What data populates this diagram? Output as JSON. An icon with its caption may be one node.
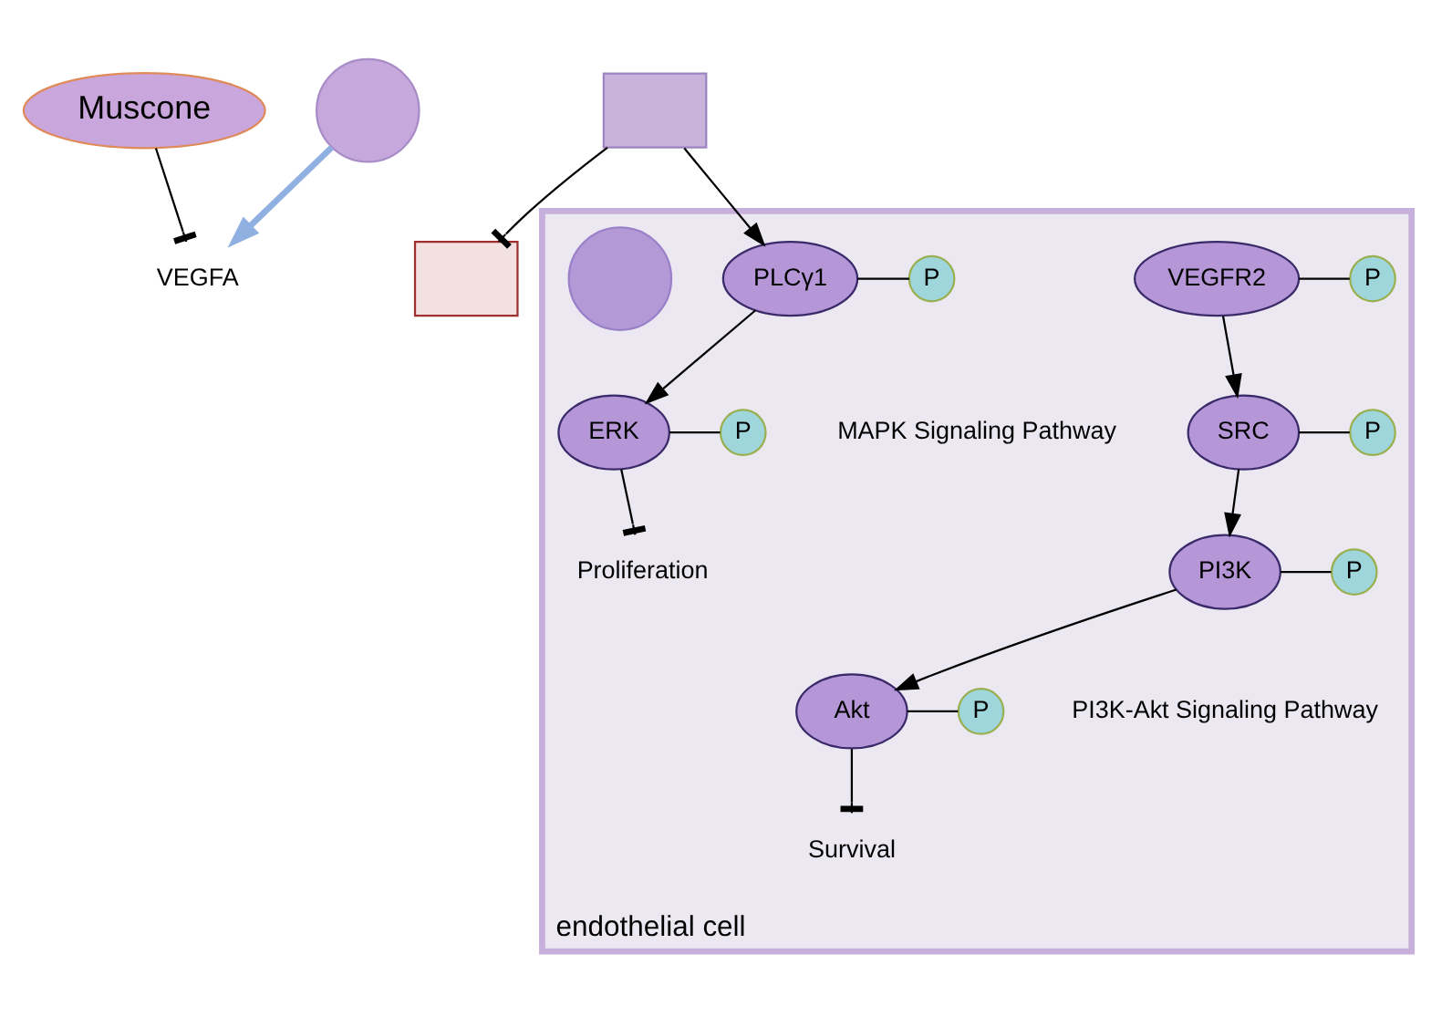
{
  "diagram": {
    "nodes": [
      {
        "text": [
          "Muscone"
        ]
      },
      {
        "text": [
          "VEGFA"
        ]
      },
      {
        "text": [],
        "shape": "circle"
      },
      {
        "text": [],
        "shape": "box"
      },
      {
        "text": [],
        "shape": "box"
      },
      {
        "text": [
          "endothelial cell"
        ]
      },
      {
        "text": [
          "VEGFR2"
        ],
        "in": 5
      },
      {
        "text": [
          "P"
        ],
        "in": 5
      },
      {
        "text": [
          "PLCγ1"
        ],
        "in": 5
      },
      {
        "text": [
          "P"
        ],
        "in": 5
      },
      {
        "text": [
          "SRC"
        ],
        "in": 5
      },
      {
        "text": [
          "P"
        ],
        "in": 5
      },
      {
        "text": [
          "ERK"
        ],
        "in": 5
      },
      {
        "text": [
          "P"
        ],
        "in": 5
      },
      {
        "text": [
          "PI3K"
        ],
        "in": 5
      },
      {
        "text": [
          "P"
        ],
        "in": 5
      },
      {
        "text": [
          "Akt"
        ],
        "in": 5
      },
      {
        "text": [
          "P"
        ],
        "in": 5
      },
      {
        "text": [],
        "shape": "circle",
        "in": 5
      },
      {
        "text": [
          "Proliferation"
        ],
        "in": 5
      },
      {
        "text": [
          "Survival"
        ],
        "in": 5
      }
    ],
    "edges": [
      {
        "from": 0,
        "to": 1,
        "arrow": "other"
      },
      {
        "from": 2,
        "to": 1,
        "arrow": "to",
        "style": "thick",
        "color": "#8fb0e0"
      },
      {
        "from": 4,
        "to": 3,
        "arrow": "other"
      },
      {
        "from": 6,
        "to": 7,
        "arrow": "none"
      },
      {
        "from": 4,
        "to": 8,
        "arrow": "to"
      },
      {
        "from": 6,
        "to": 10,
        "arrow": "to"
      },
      {
        "from": 8,
        "to": 9,
        "arrow": "none"
      },
      {
        "from": 10,
        "to": 11,
        "arrow": "none"
      },
      {
        "from": 8,
        "to": 12,
        "arrow": "to"
      },
      {
        "from": 10,
        "to": 14,
        "arrow": "to"
      },
      {
        "from": 12,
        "to": 13,
        "arrow": "none"
      },
      {
        "from": 14,
        "to": 15,
        "arrow": "none"
      },
      {
        "from": 14,
        "to": 16,
        "arrow": "to"
      },
      {
        "from": 16,
        "to": 17,
        "arrow": "none"
      },
      {
        "from": 12,
        "to": 19,
        "arrow": "other"
      },
      {
        "from": 16,
        "to": 20,
        "arrow": "other"
      }
    ],
    "labels": [
      "MAPK Signaling Pathway",
      "PI3K-Akt Signaling Pathway"
    ]
  }
}
